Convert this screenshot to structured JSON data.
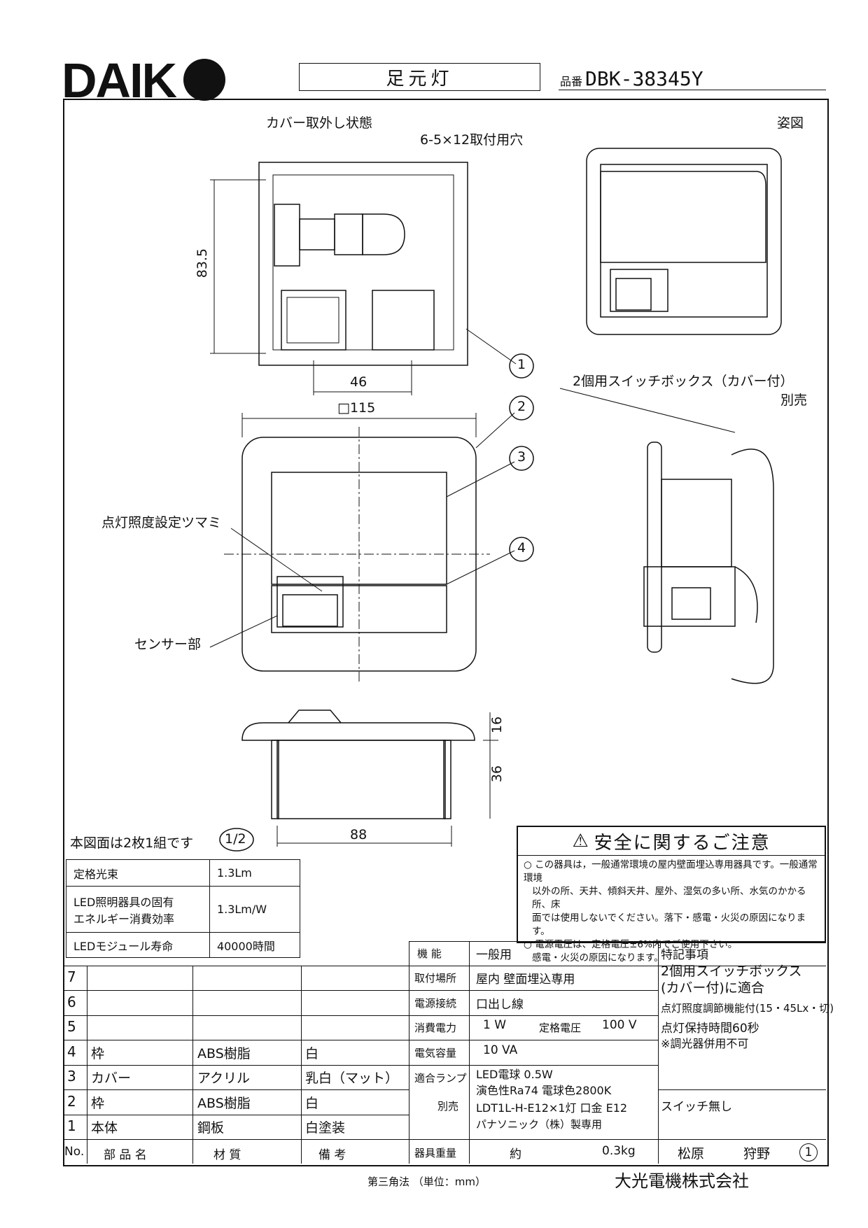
{
  "header": {
    "logo": "DAIK",
    "product_name": "足元灯",
    "code_label": "品番",
    "code": "DBK-38345Y"
  },
  "drawing": {
    "cover_removed": "カバー取外し状態",
    "appearance": "姿図",
    "mount_holes": "6-5×12取付用穴",
    "dim_835": "83.5",
    "dim_46": "46",
    "dim_115": "□115",
    "dim_16": "16",
    "dim_36": "36",
    "dim_88": "88",
    "knob": "点灯照度設定ツマミ",
    "sensor": "センサー部",
    "switchbox": "2個用スイッチボックス（カバー付）",
    "sold_separately": "別売",
    "callouts": [
      "1",
      "2",
      "3",
      "4"
    ],
    "set_note": "本図面は2枚1組です",
    "sheet": "1/2"
  },
  "spec": [
    {
      "k": "定格光束",
      "v": "1.3Lm"
    },
    {
      "k": "LED照明器具の固有\nエネルギー消費効率",
      "v": "1.3Lm/W"
    },
    {
      "k": "LEDモジュール寿命",
      "v": "40000時間"
    }
  ],
  "warning": {
    "title": "安全に関するご注意",
    "line1": "○ この器具は，一般通常環境の屋内壁面埋込専用器具です。一般通常環境",
    "line2": "以外の所、天井、傾斜天井、屋外、湿気の多い所、水気のかかる所、床",
    "line3": "面では使用しないでください。落下・感電・火災の原因になります。",
    "line4": "○ 電源電圧は、定格電圧±6%内でご使用下さい。",
    "line5": "感電・火災の原因になります。"
  },
  "parts": {
    "rows": [
      {
        "no": "7",
        "name": "",
        "mat": "",
        "note": ""
      },
      {
        "no": "6",
        "name": "",
        "mat": "",
        "note": ""
      },
      {
        "no": "5",
        "name": "",
        "mat": "",
        "note": ""
      },
      {
        "no": "4",
        "name": "枠",
        "mat": "ABS樹脂",
        "note": "白"
      },
      {
        "no": "3",
        "name": "カバー",
        "mat": "アクリル",
        "note": "乳白（マット）"
      },
      {
        "no": "2",
        "name": "枠",
        "mat": "ABS樹脂",
        "note": "白"
      },
      {
        "no": "1",
        "name": "本体",
        "mat": "鋼板",
        "note": "白塗装"
      }
    ],
    "head_no": "No.",
    "head_name": "部 品 名",
    "head_mat": "材 質",
    "head_note": "備 考"
  },
  "props": {
    "func_k": "機 能",
    "func_v": "一般用",
    "place_k": "取付場所",
    "place_v": "屋内 壁面埋込専用",
    "conn_k": "電源接続",
    "conn_v": "口出し線",
    "power_k": "消費電力",
    "power_v": "1 W",
    "volt_k": "定格電圧",
    "volt_v": "100 V",
    "cap_k": "電気容量",
    "cap_v": "10 VA",
    "lamp_k": "適合ランプ",
    "lamp_sub": "別売",
    "lamp1": "LED電球 0.5W",
    "lamp2": "演色性Ra74 電球色2800K",
    "lamp3": "LDT1L-H-E12×1灯 口金 E12",
    "lamp4": "パナソニック（株）製専用",
    "weight_k": "器具重量",
    "weight_v1": "約",
    "weight_v2": "0.3kg"
  },
  "notes": {
    "title": "特記事項",
    "n1": "2個用スイッチボックス",
    "n2": "(カバー付)に適合",
    "n3": "点灯照度調節機能付(15・45Lx・切)",
    "n4": "点灯保持時間60秒",
    "n5": "※調光器併用不可",
    "n6": "スイッチ無し"
  },
  "sign": {
    "a": "松原",
    "b": "狩野",
    "rev": "1"
  },
  "footer": {
    "method": "第三角法 （単位：mm）",
    "company": "大光電機株式会社"
  }
}
